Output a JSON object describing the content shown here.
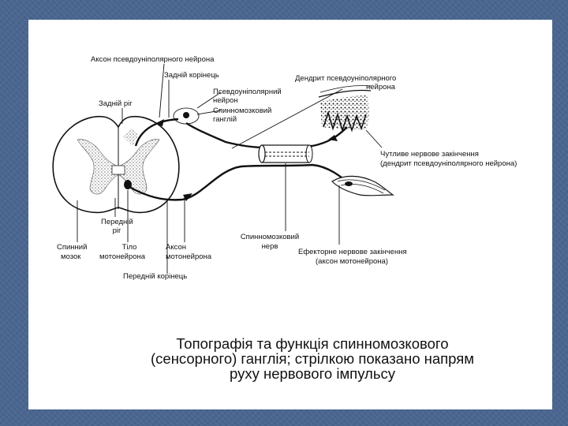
{
  "labels": {
    "axon_pseudounipolar": "Аксон псевдоуніполярного нейрона",
    "dorsal_root": "Задній корінець",
    "dendrite_pseudounipolar_1": "Дендрит псевдоуніполярного",
    "dendrite_pseudounipolar_2": "нейрона",
    "dorsal_horn": "Задній ріг",
    "pseudounipolar_neuron_1": "Псевдоуніполярний",
    "pseudounipolar_neuron_2": "нейрон",
    "spinal_ganglion_1": "Спинномозковий",
    "spinal_ganglion_2": "ганглій",
    "sensory_ending_1": "Чутливе нервове закінчення",
    "sensory_ending_2": "(дендрит псевдоуніполярного нейрона)",
    "ventral_horn_1": "Передній",
    "ventral_horn_2": "ріг",
    "spinal_cord_1": "Спинний",
    "spinal_cord_2": "мозок",
    "motor_body_1": "Тіло",
    "motor_body_2": "мотонейрона",
    "motor_axon_1": "Аксон",
    "motor_axon_2": "мотонейрона",
    "ventral_root": "Передній корінець",
    "spinal_nerve_1": "Спинномозковий",
    "spinal_nerve_2": "нерв",
    "effector_ending_1": "Ефекторне нервове закінчення",
    "effector_ending_2": "(аксон мотонейрона)"
  },
  "caption": {
    "line1": "Топографія та функція спинномозкового",
    "line2": "(сенсорного) ганглія; стрілкою показано напрям",
    "line3": "руху нервового імпульсу"
  },
  "colors": {
    "background": "#4a6690",
    "slide": "#ffffff",
    "ink": "#111111"
  }
}
